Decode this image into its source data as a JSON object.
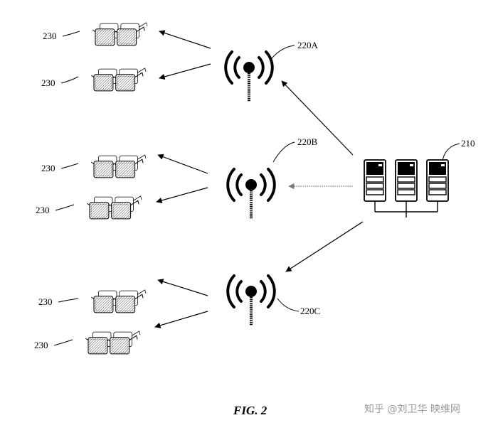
{
  "labels": {
    "station_a": "220A",
    "station_b": "220B",
    "station_c": "220C",
    "server": "210",
    "glasses": "230"
  },
  "caption": "FIG. 2",
  "watermark": "知乎 @刘卫华 映维网",
  "colors": {
    "ink": "#000000",
    "hatch": "#5a5a5a",
    "dotted_arrow": "#7a7a7a"
  },
  "icons": {
    "station": "antenna-icon",
    "server": "server-rack-icon",
    "device": "smart-glasses-icon"
  }
}
